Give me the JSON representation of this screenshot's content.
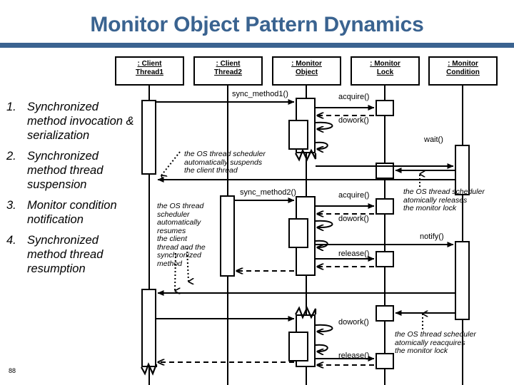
{
  "slide": {
    "title": "Monitor Object Pattern Dynamics",
    "page_number": "88",
    "accent_color": "#3a6390"
  },
  "steps": [
    {
      "num": "1.",
      "text": "Synchronized method invocation & serialization"
    },
    {
      "num": "2.",
      "text": "Synchronized method thread suspension"
    },
    {
      "num": "3.",
      "text": "Monitor condition notification"
    },
    {
      "num": "4.",
      "text": "Synchronized method thread resumption"
    }
  ],
  "lifelines": [
    {
      "line1": ": Client",
      "line2": "Thread1"
    },
    {
      "line1": ": Client",
      "line2": "Thread2"
    },
    {
      "line1": ": Monitor",
      "line2": "Object"
    },
    {
      "line1": ": Monitor",
      "line2": "Lock"
    },
    {
      "line1": ": Monitor",
      "line2": "Condition"
    }
  ],
  "messages": [
    {
      "label": "sync_method1()"
    },
    {
      "label": "acquire()"
    },
    {
      "label": "dowork()"
    },
    {
      "label": "wait()"
    },
    {
      "label": "sync_method2()"
    },
    {
      "label": "acquire()"
    },
    {
      "label": "dowork()"
    },
    {
      "label": "notify()"
    },
    {
      "label": "release()"
    },
    {
      "label": "dowork()"
    },
    {
      "label": "release()"
    }
  ],
  "notes": [
    {
      "text": "the OS thread scheduler\nautomatically suspends\nthe client thread"
    },
    {
      "text": "the OS thread\nscheduler\nautomatically\nresumes\nthe client\nthread and the\nsynchronized\nmethod"
    },
    {
      "text": "the OS thread scheduler\natomically releases\nthe monitor lock"
    },
    {
      "text": "the OS thread scheduler\natomically reacquires\nthe monitor lock"
    }
  ]
}
